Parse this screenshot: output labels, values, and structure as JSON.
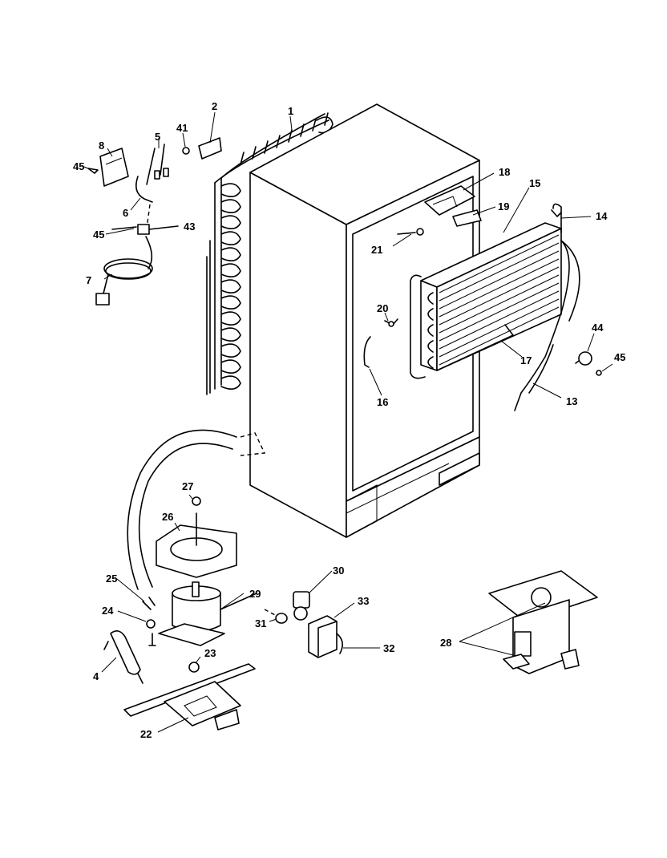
{
  "callouts": {
    "c1": "1",
    "c2": "2",
    "c4": "4",
    "c5": "5",
    "c6": "6",
    "c7": "7",
    "c8": "8",
    "c13": "13",
    "c14": "14",
    "c15": "15",
    "c16": "16",
    "c17": "17",
    "c18": "18",
    "c19": "19",
    "c20": "20",
    "c21": "21",
    "c22": "22",
    "c23": "23",
    "c24": "24",
    "c25": "25",
    "c26": "26",
    "c27": "27",
    "c28": "28",
    "c29": "29",
    "c30": "30",
    "c31": "31",
    "c32": "32",
    "c33": "33",
    "c41": "41",
    "c43": "43",
    "c44": "44",
    "c45a": "45",
    "c45b": "45",
    "c45c": "45"
  }
}
